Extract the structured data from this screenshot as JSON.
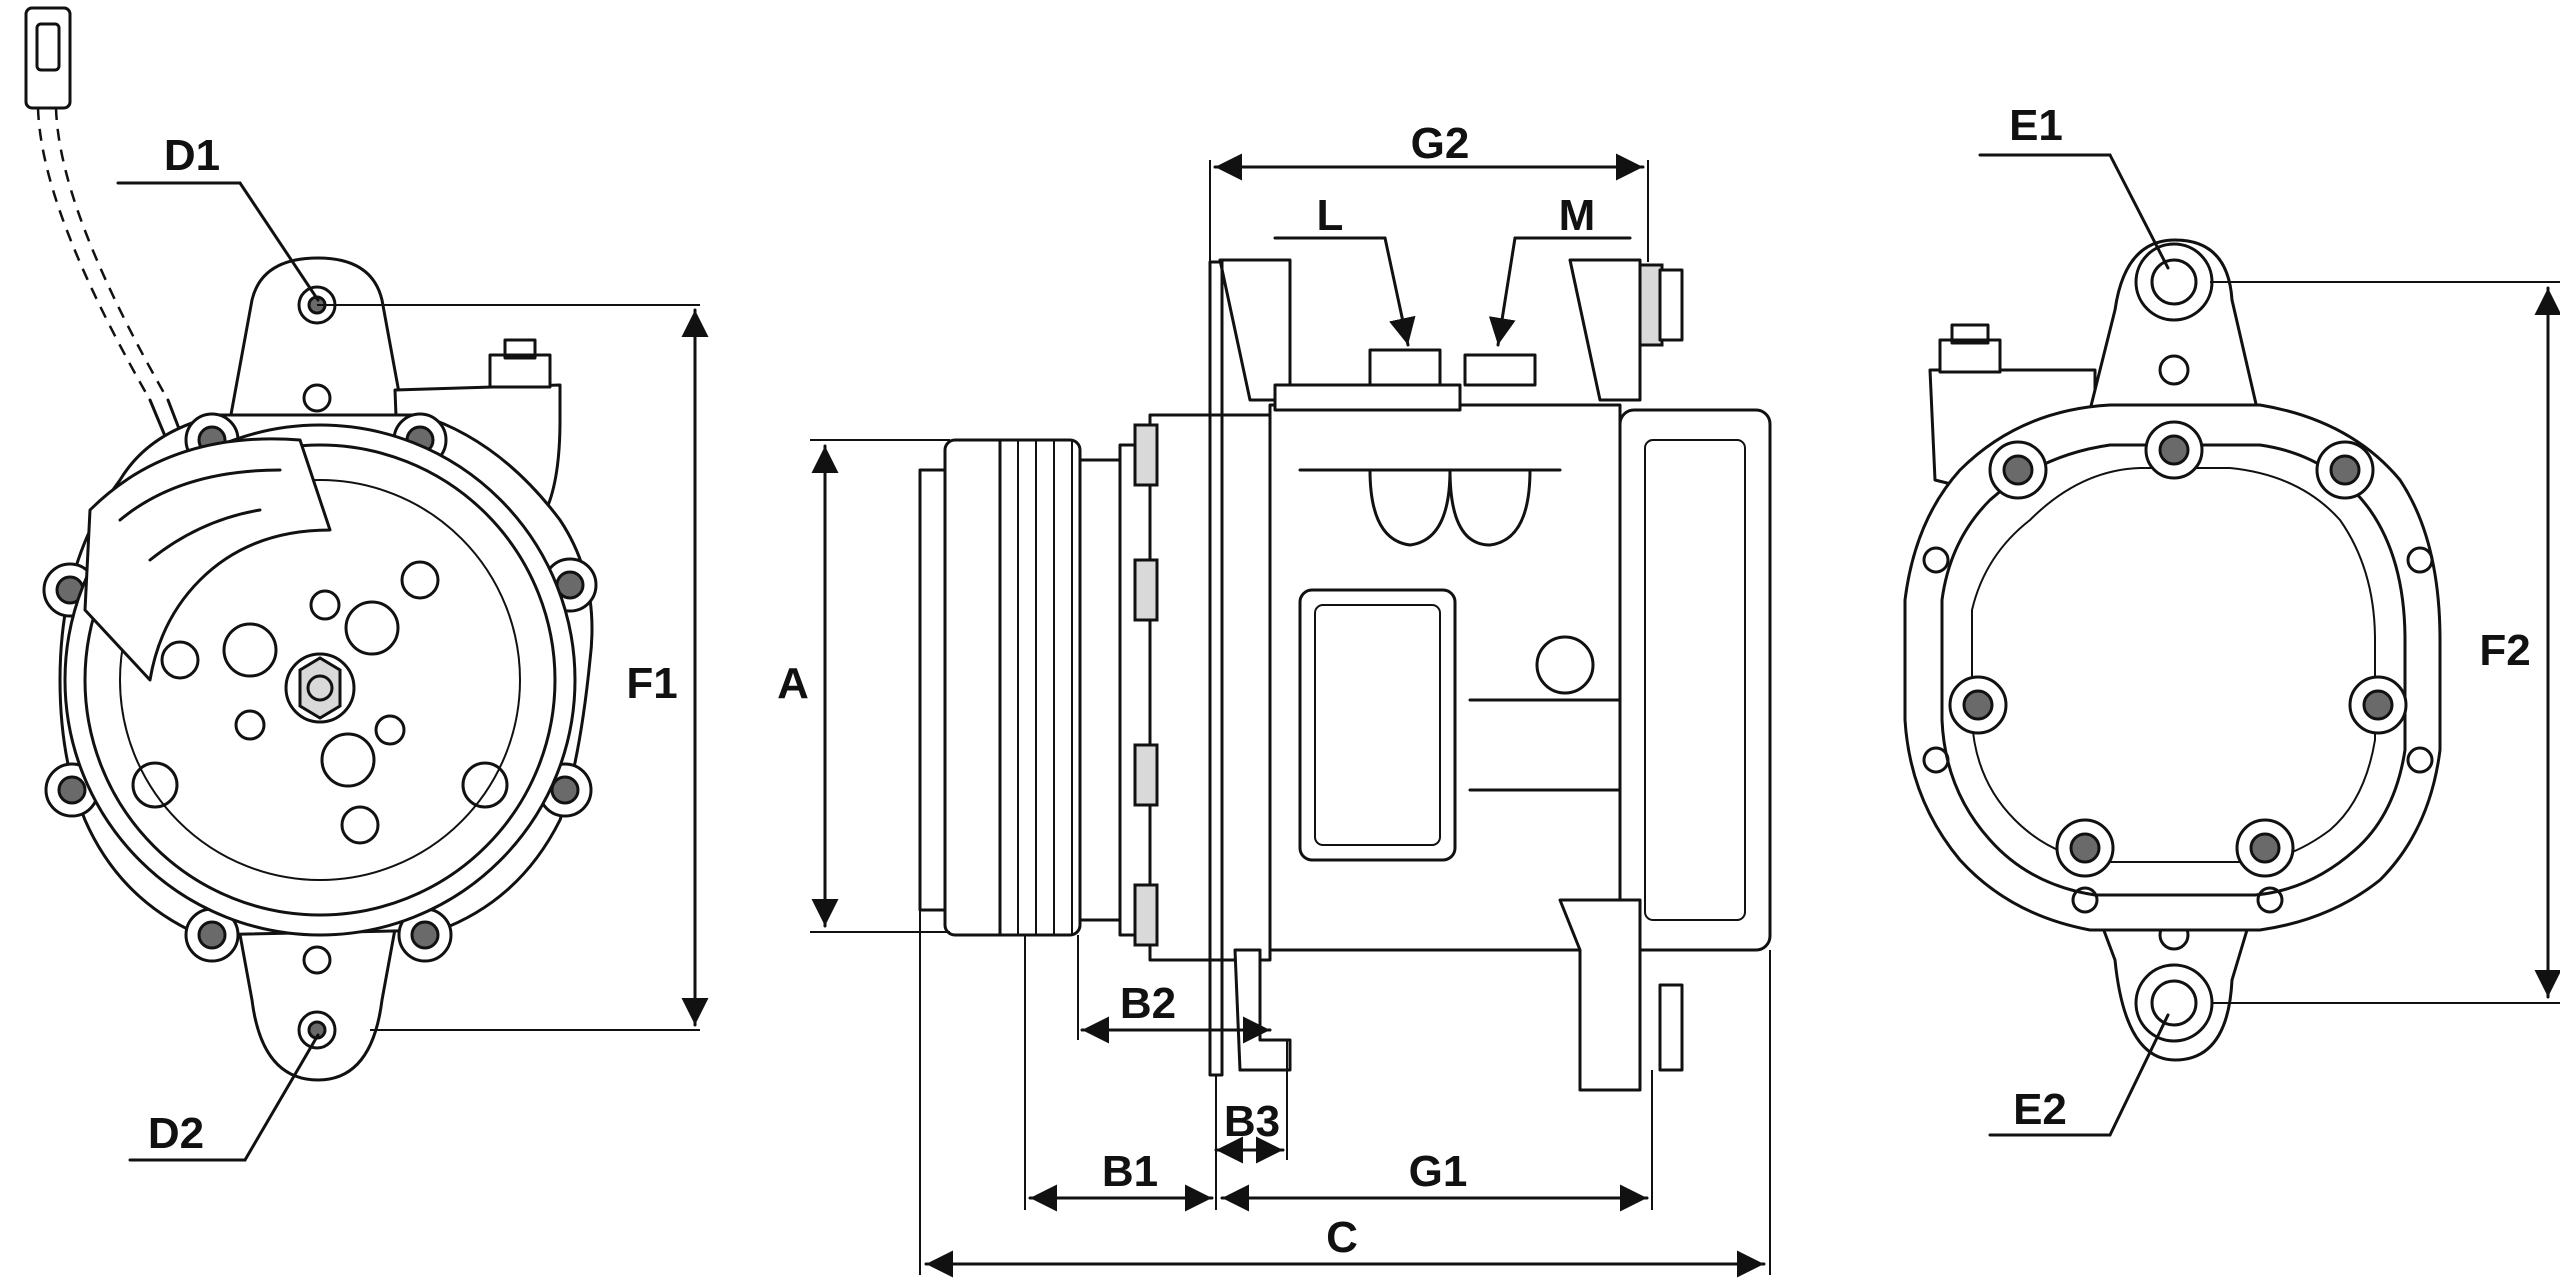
{
  "labels": {
    "D1": "D1",
    "D2": "D2",
    "F1": "F1",
    "A": "A",
    "G2": "G2",
    "L": "L",
    "M": "M",
    "B2": "B2",
    "B3": "B3",
    "B1": "B1",
    "G1": "G1",
    "C": "C",
    "E1": "E1",
    "E2": "E2",
    "F2": "F2"
  },
  "colors": {
    "line": "#111111",
    "background": "#ffffff",
    "shade": "#d9d9d9"
  }
}
